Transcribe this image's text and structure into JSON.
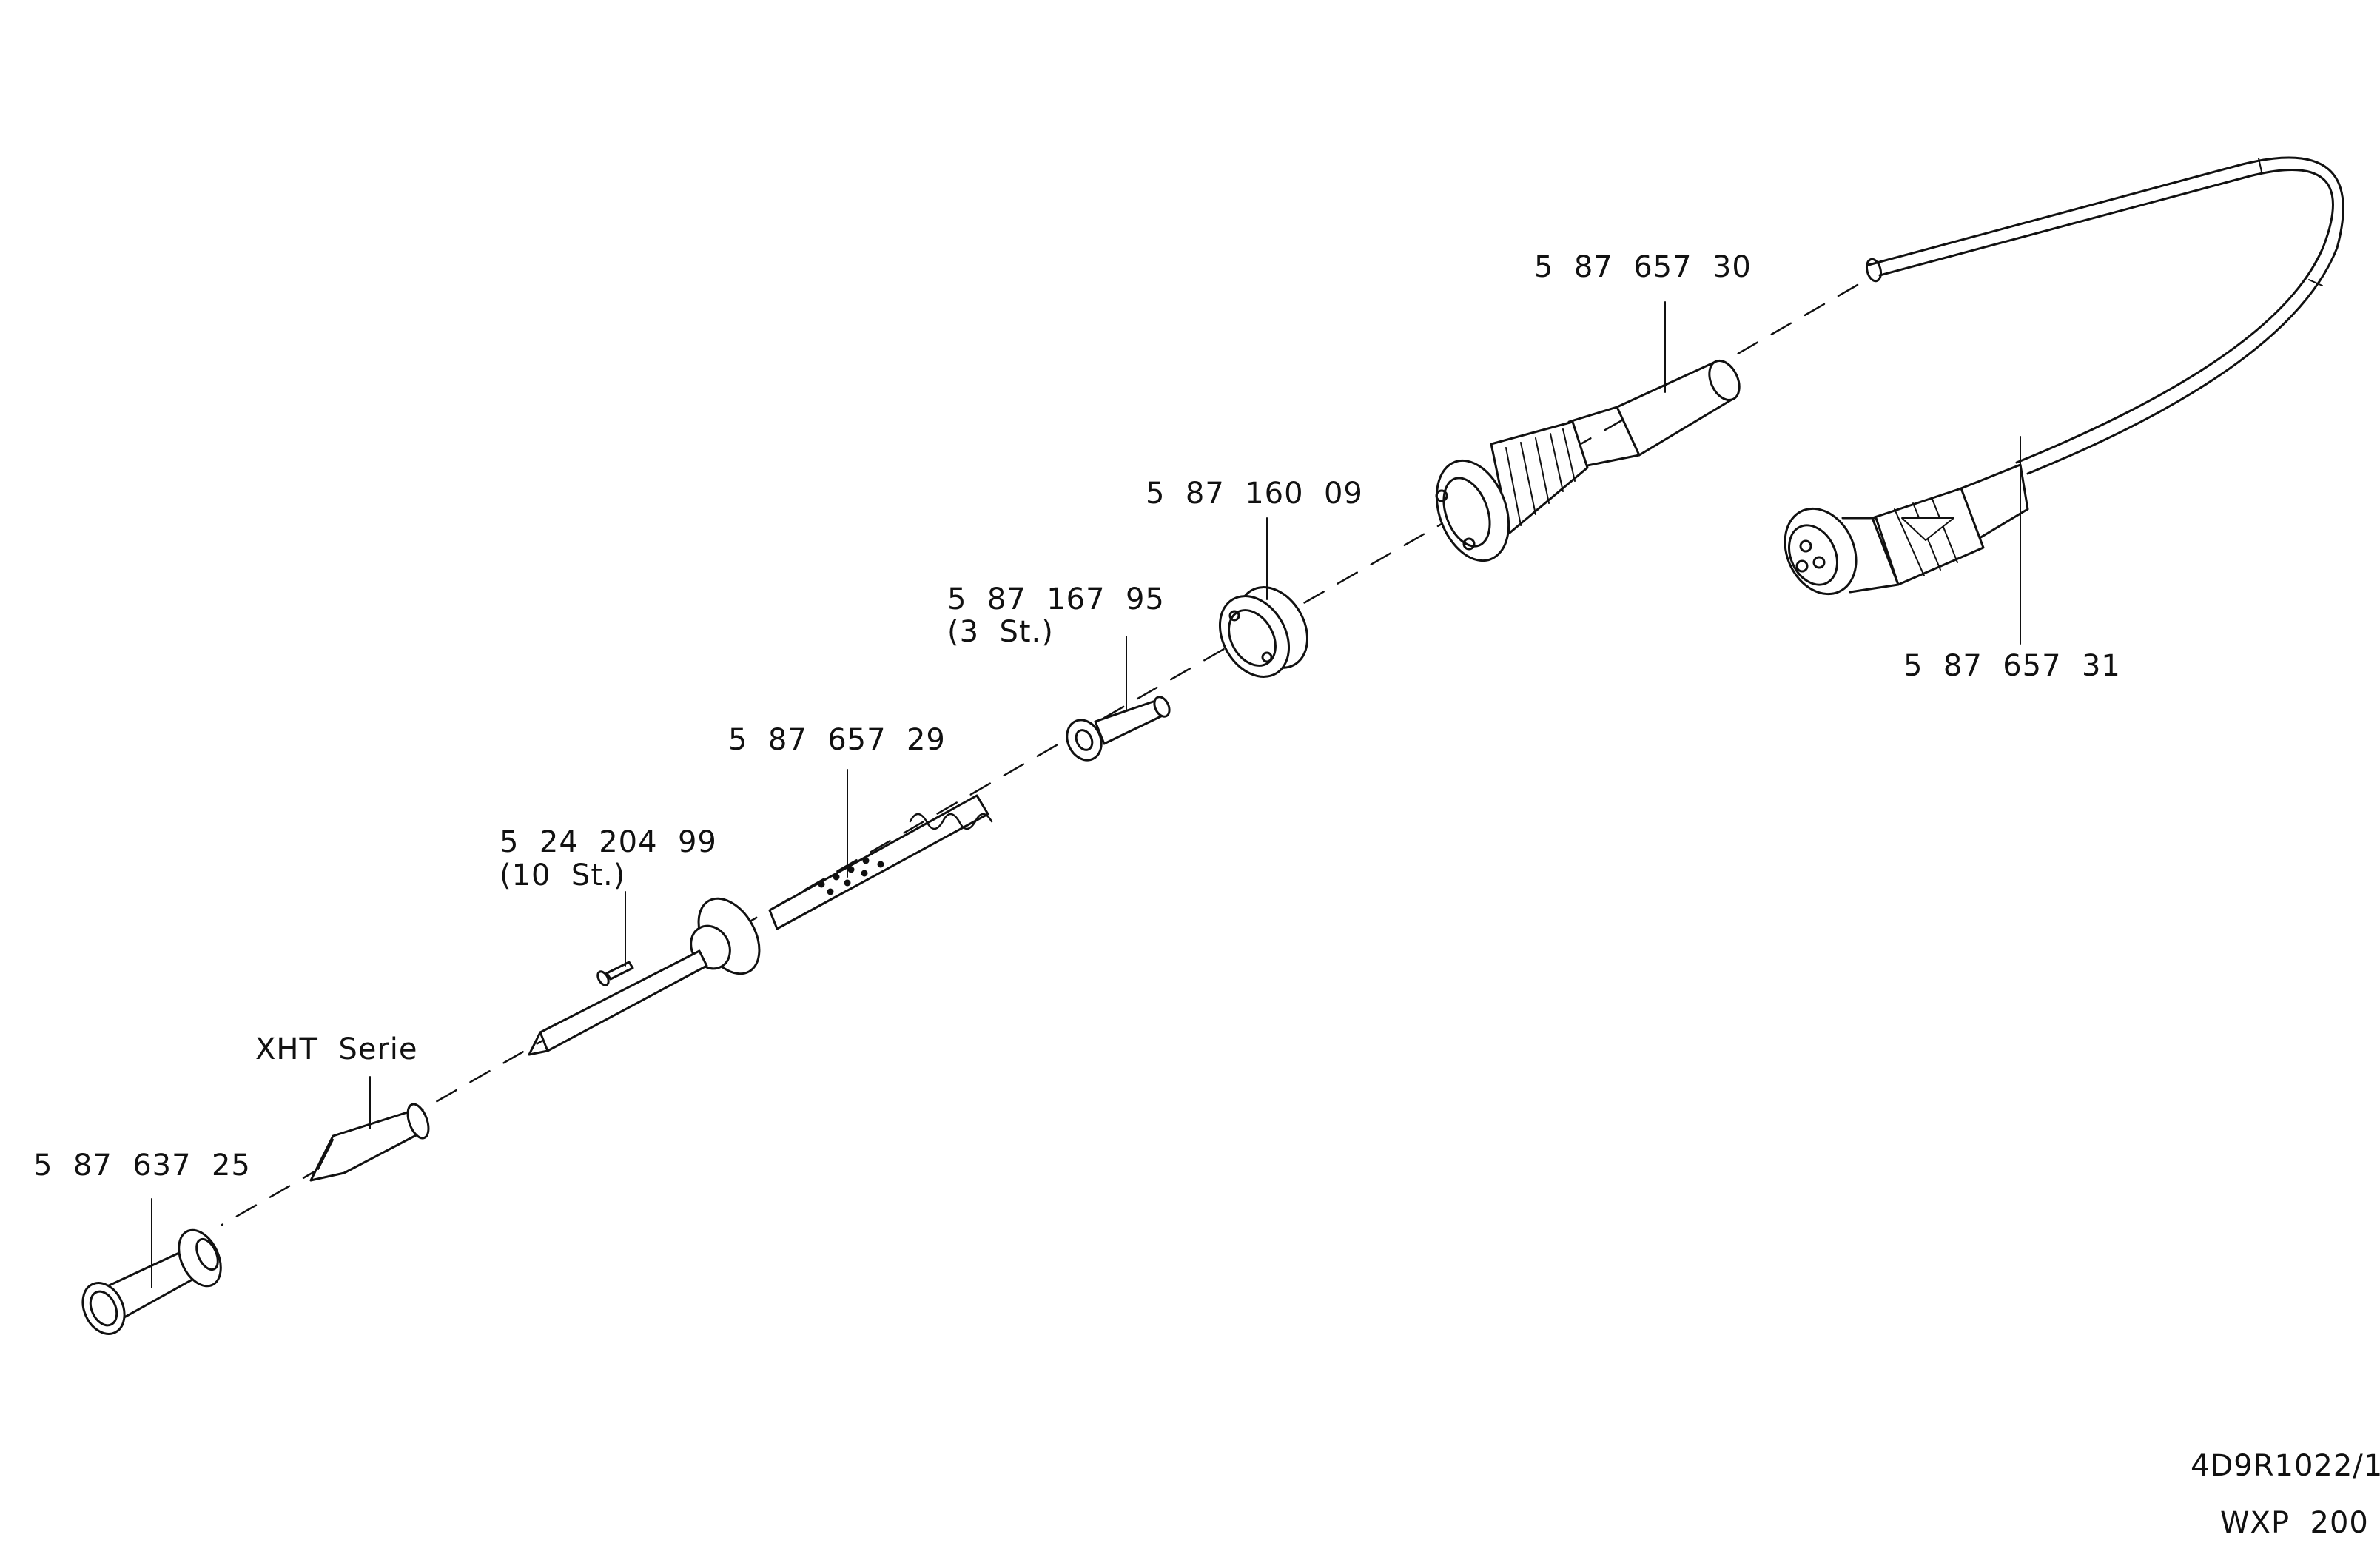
{
  "labels": {
    "cable_handle": "5  87  657  30",
    "cable_connector": "5  87  657  31",
    "ring": "5  87  160  09",
    "sleeve_part": "5  87  167  95",
    "sleeve_qty": "(3  St.)",
    "heater": "5  87  657  29",
    "screw_part": "5  24  204  99",
    "screw_qty": "(10  St.)",
    "tip_series": "XHT  Serie",
    "nozzle": "5  87  637  25",
    "drawing_number": "4D9R1022/1",
    "model": "WXP  200"
  },
  "colors": {
    "line": "#111111",
    "fill": "#ffffff",
    "shade": "#c8c8c8"
  }
}
